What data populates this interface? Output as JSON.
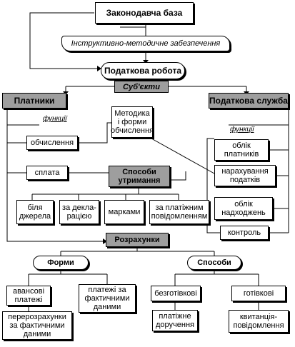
{
  "nodes": {
    "legal_base": "Законодавча база",
    "instr_support": "Інструктивно-методичне забезпечення",
    "tax_work": "Податкова робота",
    "subjects": "Суб'єкти",
    "payers": "Платники",
    "tax_service": "Податкова служба",
    "payers_functions_label": "функції",
    "service_functions_label": "функції",
    "methods_forms": "Методика\nі форми\nобчислення",
    "calculation": "обчислення",
    "payment": "сплата",
    "collection_methods": "Способи\nутримання",
    "at_source": "біля\nджерела",
    "by_declaration": "за декла-\nрацією",
    "by_stamps": "марками",
    "by_payment_notice": "за платіжним\nповідомленням",
    "payer_accounting": "облік\nплатників",
    "tax_accrual": "нарахування\nподатків",
    "receipts_accounting": "облік\nнадходжень",
    "control": "контроль",
    "settlements": "Розрахунки",
    "forms": "Форми",
    "methods": "Способи",
    "advance_payments": "авансові\nплатежі",
    "actual_payments": "платежі за\nфактичними\nданими",
    "recalculations": "перерозрахунки\nза фактичними\nданими",
    "non_cash": "безготівкові",
    "cash": "готівкові",
    "payment_order": "платіжне\nдоручення",
    "receipt_notice": "квитанція-\nповідомлення"
  }
}
